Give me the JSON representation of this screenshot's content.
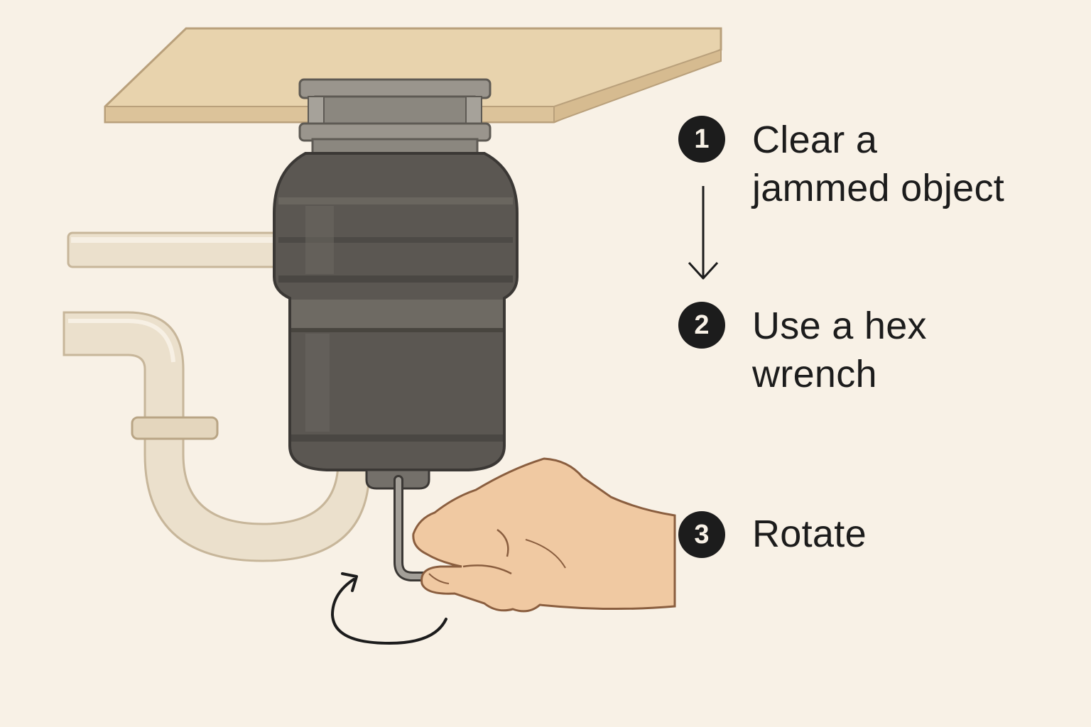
{
  "steps": [
    {
      "number": "1",
      "lines": [
        "Clear a",
        "jammed object"
      ]
    },
    {
      "number": "2",
      "lines": [
        "Use a hex",
        "wrench"
      ]
    },
    {
      "number": "3",
      "lines": [
        "Rotate"
      ]
    }
  ],
  "icons": {
    "flow": "arrow-down-icon",
    "rotation": "rotate-arrow-icon"
  },
  "colors": {
    "background": "#f8f1e6",
    "text": "#1c1c1c",
    "disposal_body": "#5b5752",
    "countertop": "#e8d3ad",
    "pipe": "#ebe0cc",
    "hand": "#f0c9a2"
  }
}
